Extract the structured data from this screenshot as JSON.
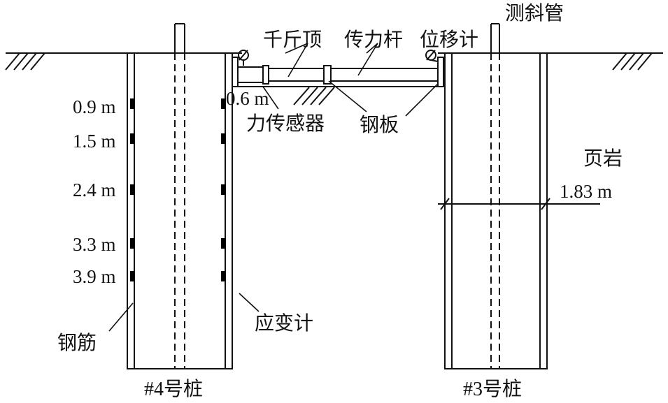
{
  "labels": {
    "inclinometer": "测斜管",
    "jack": "千斤顶",
    "transfer_rod": "传力杆",
    "displacement_meter": "位移计",
    "jack_offset": "0.6 m",
    "load_cell": "力传感器",
    "steel_plate": "钢板",
    "shale": "页岩",
    "pile_diameter": "1.83 m",
    "strain_gauge": "应变计",
    "rebar": "钢筋",
    "pile_4": "#4号桩",
    "pile_3": "#3号桩"
  },
  "gauge_depths": [
    "0.9 m",
    "1.5 m",
    "2.4 m",
    "3.3 m",
    "3.9 m"
  ],
  "colors": {
    "line": "#111111",
    "gauge": "#000000"
  }
}
